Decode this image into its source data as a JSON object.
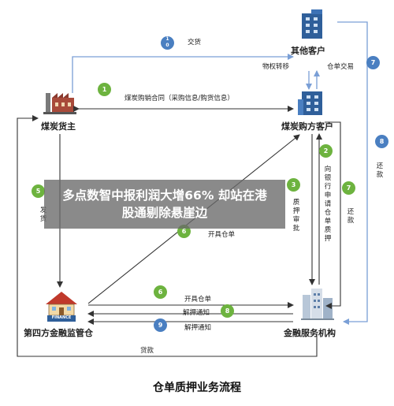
{
  "nodes": {
    "other_customer": "其他客户",
    "coal_owner": "煤炭货主",
    "coal_buyer": "煤炭购方客户",
    "warehouse": "第四方金融监管仓",
    "finance": "金融服务机构",
    "finance_sign": "FINANCE"
  },
  "edges": {
    "deliver": "交货",
    "title_transfer": "物权转移",
    "receipt_trade": "仓单交易",
    "purchase_contract": "煤炭购销合同（采购信息/购货信息）",
    "apply_pledge": "向银行申请仓单质押",
    "pledge_approval": "质押审批",
    "issue_receipt_1": "开具仓单",
    "issue_receipt_2": "开具仓单",
    "release_notice_1": "解押通知",
    "release_notice_2": "解押通知",
    "delivery_goods": "发货",
    "repay_right": "还款",
    "repay_mid": "还款",
    "loan": "贷款"
  },
  "steps": {
    "s1": "1",
    "s10_a": "1",
    "s10_b": "0",
    "s2": "2",
    "s3": "3",
    "s5": "5",
    "s6a": "6",
    "s6b": "6",
    "s7": "7",
    "s8a": "8",
    "s8b": "8",
    "s9": "9"
  },
  "overlay": {
    "line1": "多点数智中报利润大增66% 却站在港",
    "line2": "股通剔除悬崖边"
  },
  "footer": {
    "title": "仓单质押业务流程"
  },
  "colors": {
    "green_badge": "#6db33f",
    "blue_badge": "#4a7fc1",
    "blue_line": "#7a9fd6",
    "dark_line": "#333333",
    "overlay": "#696969"
  }
}
